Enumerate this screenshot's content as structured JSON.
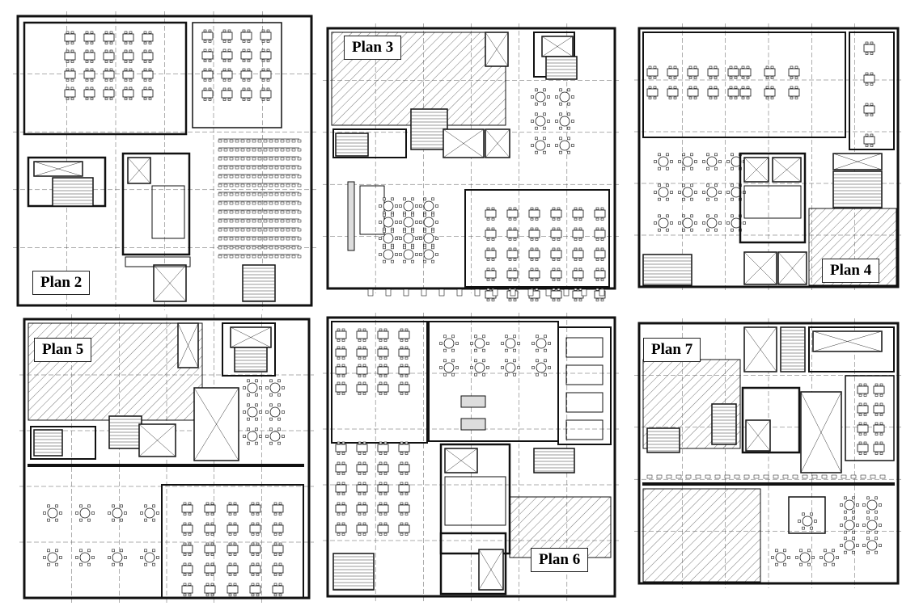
{
  "figure": {
    "plans": [
      {
        "id": "plan-2",
        "label": "Plan 2"
      },
      {
        "id": "plan-3",
        "label": "Plan 3"
      },
      {
        "id": "plan-4",
        "label": "Plan 4"
      },
      {
        "id": "plan-5",
        "label": "Plan 5"
      },
      {
        "id": "plan-6",
        "label": "Plan 6"
      },
      {
        "id": "plan-7",
        "label": "Plan 7"
      }
    ]
  }
}
